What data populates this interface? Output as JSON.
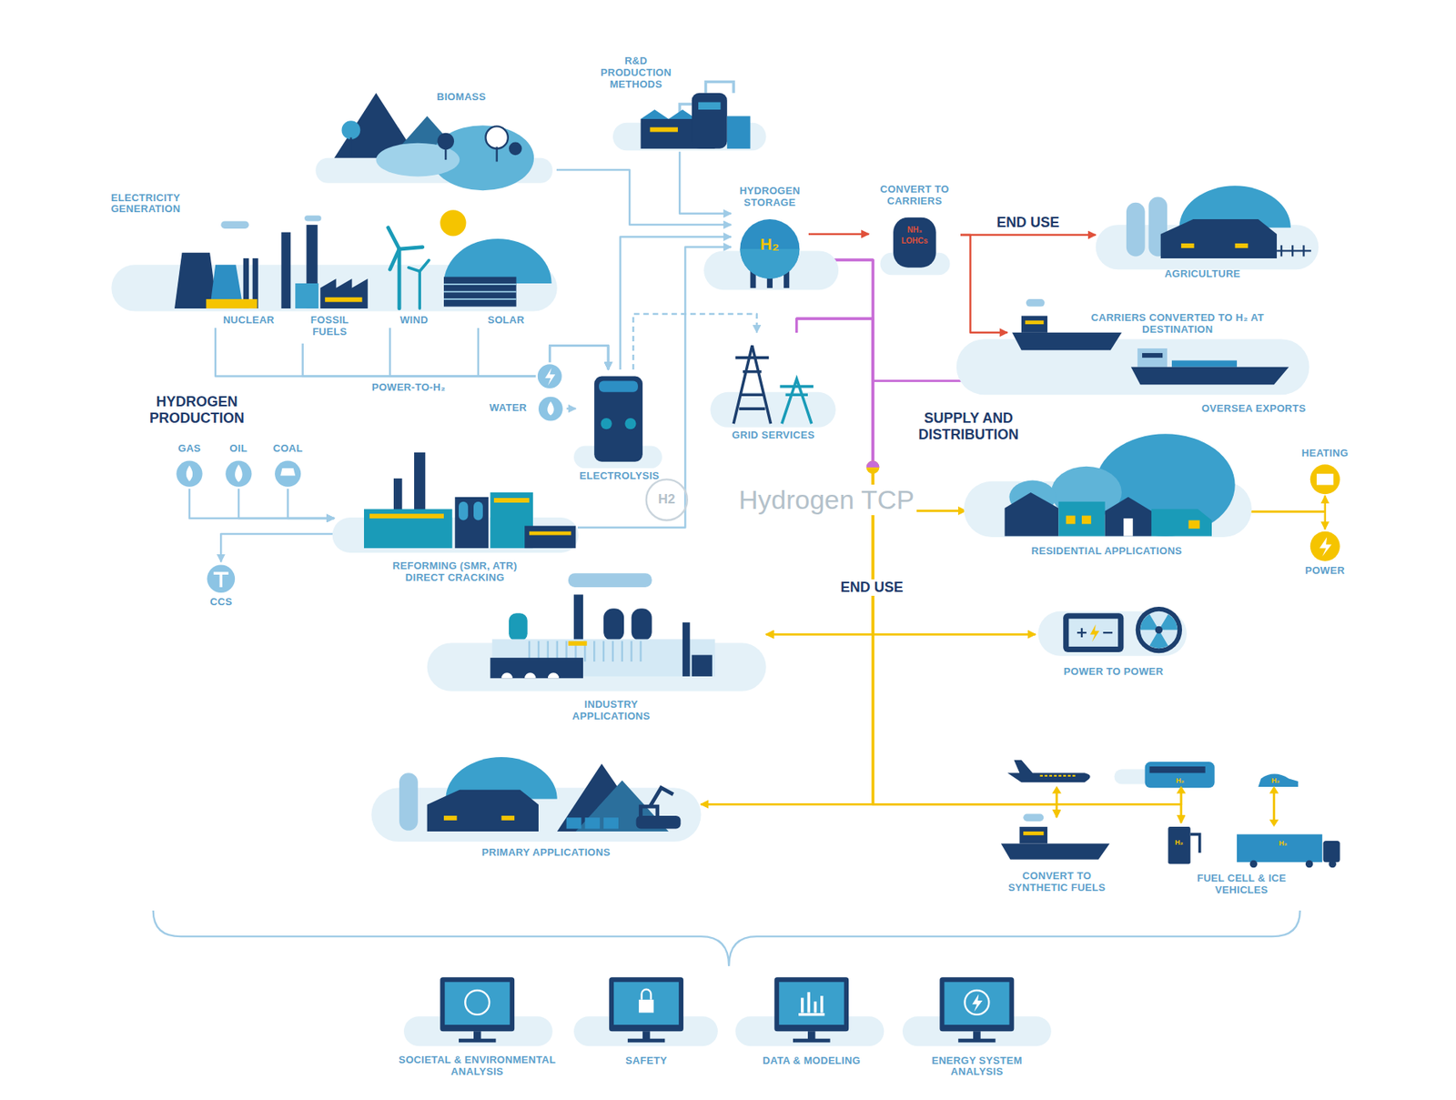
{
  "diagram": {
    "nodes": [
      {
        "text": [
          "R&D PRODUCTION METHODS"
        ]
      },
      {
        "text": [
          "BIOMASS"
        ]
      },
      {
        "text": [
          "ELECTRICITY GENERATION"
        ]
      },
      {
        "text": [
          "NUCLEAR"
        ],
        "in": 2
      },
      {
        "text": [
          "FOSSIL FUELS"
        ],
        "in": 2
      },
      {
        "text": [
          "WIND"
        ],
        "in": 2
      },
      {
        "text": [
          "SOLAR"
        ],
        "in": 2
      },
      {
        "text": [
          "HYDROGEN STORAGE"
        ]
      },
      {
        "text": [
          "CONVERT TO CARRIERS"
        ]
      },
      {
        "text": [
          "AGRICULTURE"
        ]
      },
      {
        "text": [
          "CARRIERS CONVERTED TO H₂ AT DESTINATION"
        ]
      },
      {
        "text": [
          "OVERSEA EXPORTS"
        ]
      },
      {
        "text": [
          "GRID SERVICES"
        ]
      },
      {
        "text": [
          "WATER"
        ]
      },
      {
        "text": [
          "ELECTROLYSIS"
        ]
      },
      {
        "text": [
          "GAS"
        ]
      },
      {
        "text": [
          "OIL"
        ]
      },
      {
        "text": [
          "COAL"
        ]
      },
      {
        "text": [
          "REFORMING (SMR, ATR) DIRECT CRACKING"
        ]
      },
      {
        "text": [
          "RESIDENTIAL APPLICATIONS"
        ]
      },
      {
        "text": [
          "HEATING"
        ]
      },
      {
        "text": [
          "POWER"
        ]
      },
      {
        "text": [
          "CCS"
        ]
      },
      {
        "text": [
          "INDUSTRY APPLICATIONS"
        ]
      },
      {
        "text": [
          "POWER TO POWER"
        ]
      },
      {
        "text": [
          "PRIMARY APPLICATIONS"
        ]
      },
      {
        "text": [
          "CONVERT TO SYNTHETIC FUELS"
        ]
      },
      {
        "text": [
          "FUEL CELL & ICE VEHICLES"
        ]
      },
      {
        "text": [
          "SOCIETAL & ENVIRONMENTAL ANALYSIS"
        ]
      },
      {
        "text": [
          "SAFETY"
        ]
      },
      {
        "text": [
          "DATA & MODELING"
        ]
      },
      {
        "text": [
          "ENERGY SYSTEM ANALYSIS"
        ]
      }
    ],
    "edges": [
      {
        "from": 0,
        "to": 7,
        "arrow": "to"
      },
      {
        "from": 1,
        "to": 7,
        "arrow": "to"
      },
      {
        "from": 3,
        "to": 14,
        "arrow": "to"
      },
      {
        "from": 4,
        "to": 14,
        "arrow": "to"
      },
      {
        "from": 5,
        "to": 14,
        "arrow": "to"
      },
      {
        "from": 6,
        "to": 14,
        "arrow": "to"
      },
      {
        "from": 13,
        "to": 14,
        "arrow": "to"
      },
      {
        "from": 14,
        "to": 7,
        "arrow": "to"
      },
      {
        "from": 14,
        "to": 12,
        "arrow": "to"
      },
      {
        "from": 15,
        "to": 18,
        "arrow": "to"
      },
      {
        "from": 16,
        "to": 18,
        "arrow": "to"
      },
      {
        "from": 17,
        "to": 18,
        "arrow": "to"
      },
      {
        "from": 18,
        "to": 22,
        "arrow": "to"
      },
      {
        "from": 18,
        "to": 7,
        "arrow": "to"
      },
      {
        "from": 7,
        "to": 8,
        "arrow": "to"
      },
      {
        "from": 8,
        "to": 9,
        "arrow": "to"
      },
      {
        "from": 8,
        "to": 10,
        "arrow": "to"
      },
      {
        "from": 7,
        "to": 11,
        "arrow": "to"
      },
      {
        "from": 12,
        "to": 11,
        "arrow": "to"
      },
      {
        "from": 7,
        "to": 19,
        "arrow": "to"
      },
      {
        "from": 7,
        "to": 23,
        "arrow": "to"
      },
      {
        "from": 7,
        "to": 24,
        "arrow": "to"
      },
      {
        "from": 7,
        "to": 25,
        "arrow": "to"
      },
      {
        "from": 7,
        "to": 26,
        "arrow": "to"
      },
      {
        "from": 7,
        "to": 27,
        "arrow": "to"
      },
      {
        "from": 12,
        "to": 19,
        "arrow": "to"
      },
      {
        "from": 12,
        "to": 23,
        "arrow": "to"
      },
      {
        "from": 12,
        "to": 24,
        "arrow": "to"
      },
      {
        "from": 12,
        "to": 25,
        "arrow": "to"
      },
      {
        "from": 12,
        "to": 26,
        "arrow": "to"
      },
      {
        "from": 12,
        "to": 27,
        "arrow": "to"
      },
      {
        "from": 19,
        "to": 20,
        "arrow": "to"
      },
      {
        "from": 19,
        "to": 21,
        "arrow": "to"
      }
    ],
    "labels": [
      "HYDROGEN PRODUCTION",
      "POWER-TO-H₂",
      "END USE",
      "SUPPLY AND DISTRIBUTION",
      "END USE",
      "H₂",
      "NH₃",
      "LOHCs",
      "Hydrogen TCP",
      "H2",
      "H₂",
      "H₂",
      "H₂",
      "H₂"
    ]
  }
}
